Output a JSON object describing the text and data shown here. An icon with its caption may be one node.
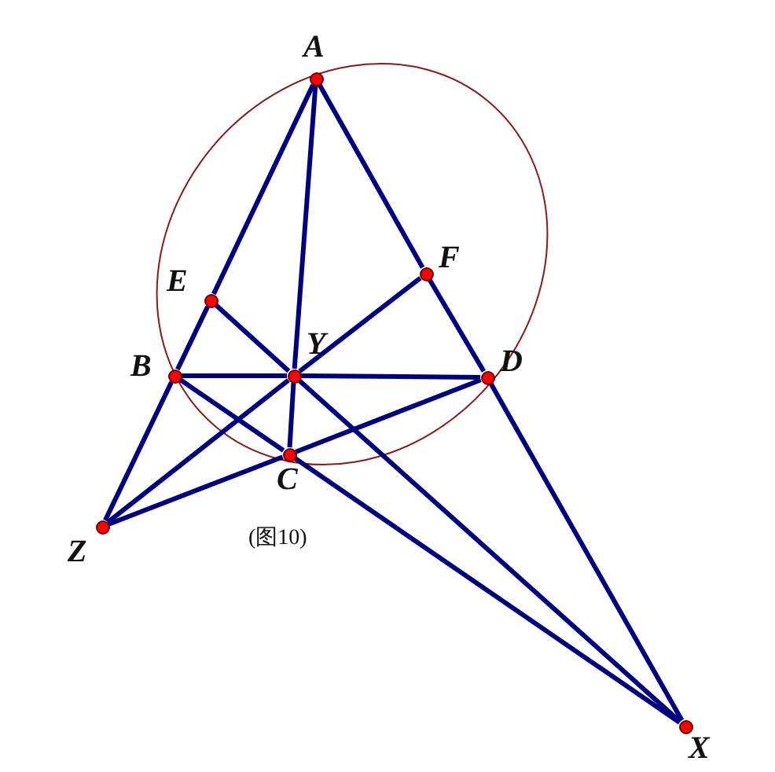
{
  "diagram": {
    "caption": "(图10)",
    "nodes": [
      {
        "text": [],
        "shape": "circle",
        "beside": [
          "A"
        ]
      },
      {
        "text": [],
        "shape": "circle",
        "beside": [
          "F"
        ]
      },
      {
        "text": [],
        "shape": "circle",
        "beside": [
          "E"
        ]
      },
      {
        "text": [],
        "shape": "circle",
        "beside": [
          "B"
        ]
      },
      {
        "text": [],
        "shape": "circle",
        "beside": [
          "Y"
        ]
      },
      {
        "text": [],
        "shape": "circle",
        "beside": [
          "D"
        ]
      },
      {
        "text": [],
        "shape": "circle",
        "beside": [
          "C"
        ]
      },
      {
        "text": [],
        "shape": "circle",
        "beside": [
          "Z"
        ]
      },
      {
        "text": [],
        "shape": "circle",
        "beside": [
          "X"
        ]
      }
    ],
    "edges": [
      {
        "from": 0,
        "to": 2,
        "arrow": "none"
      },
      {
        "from": 2,
        "to": 3,
        "arrow": "none"
      },
      {
        "from": 3,
        "to": 7,
        "arrow": "none"
      },
      {
        "from": 0,
        "to": 1,
        "arrow": "none"
      },
      {
        "from": 1,
        "to": 5,
        "arrow": "none"
      },
      {
        "from": 5,
        "to": 8,
        "arrow": "none"
      },
      {
        "from": 0,
        "to": 4,
        "arrow": "none"
      },
      {
        "from": 4,
        "to": 6,
        "arrow": "none"
      },
      {
        "from": 2,
        "to": 4,
        "arrow": "none"
      },
      {
        "from": 4,
        "to": 8,
        "arrow": "none"
      },
      {
        "from": 1,
        "to": 4,
        "arrow": "none"
      },
      {
        "from": 4,
        "to": 7,
        "arrow": "none"
      },
      {
        "from": 3,
        "to": 4,
        "arrow": "none"
      },
      {
        "from": 4,
        "to": 5,
        "arrow": "none"
      },
      {
        "from": 3,
        "to": 6,
        "arrow": "none"
      },
      {
        "from": 6,
        "to": 8,
        "arrow": "none"
      },
      {
        "from": 7,
        "to": 6,
        "arrow": "none"
      },
      {
        "from": 6,
        "to": 5,
        "arrow": "none"
      }
    ]
  }
}
